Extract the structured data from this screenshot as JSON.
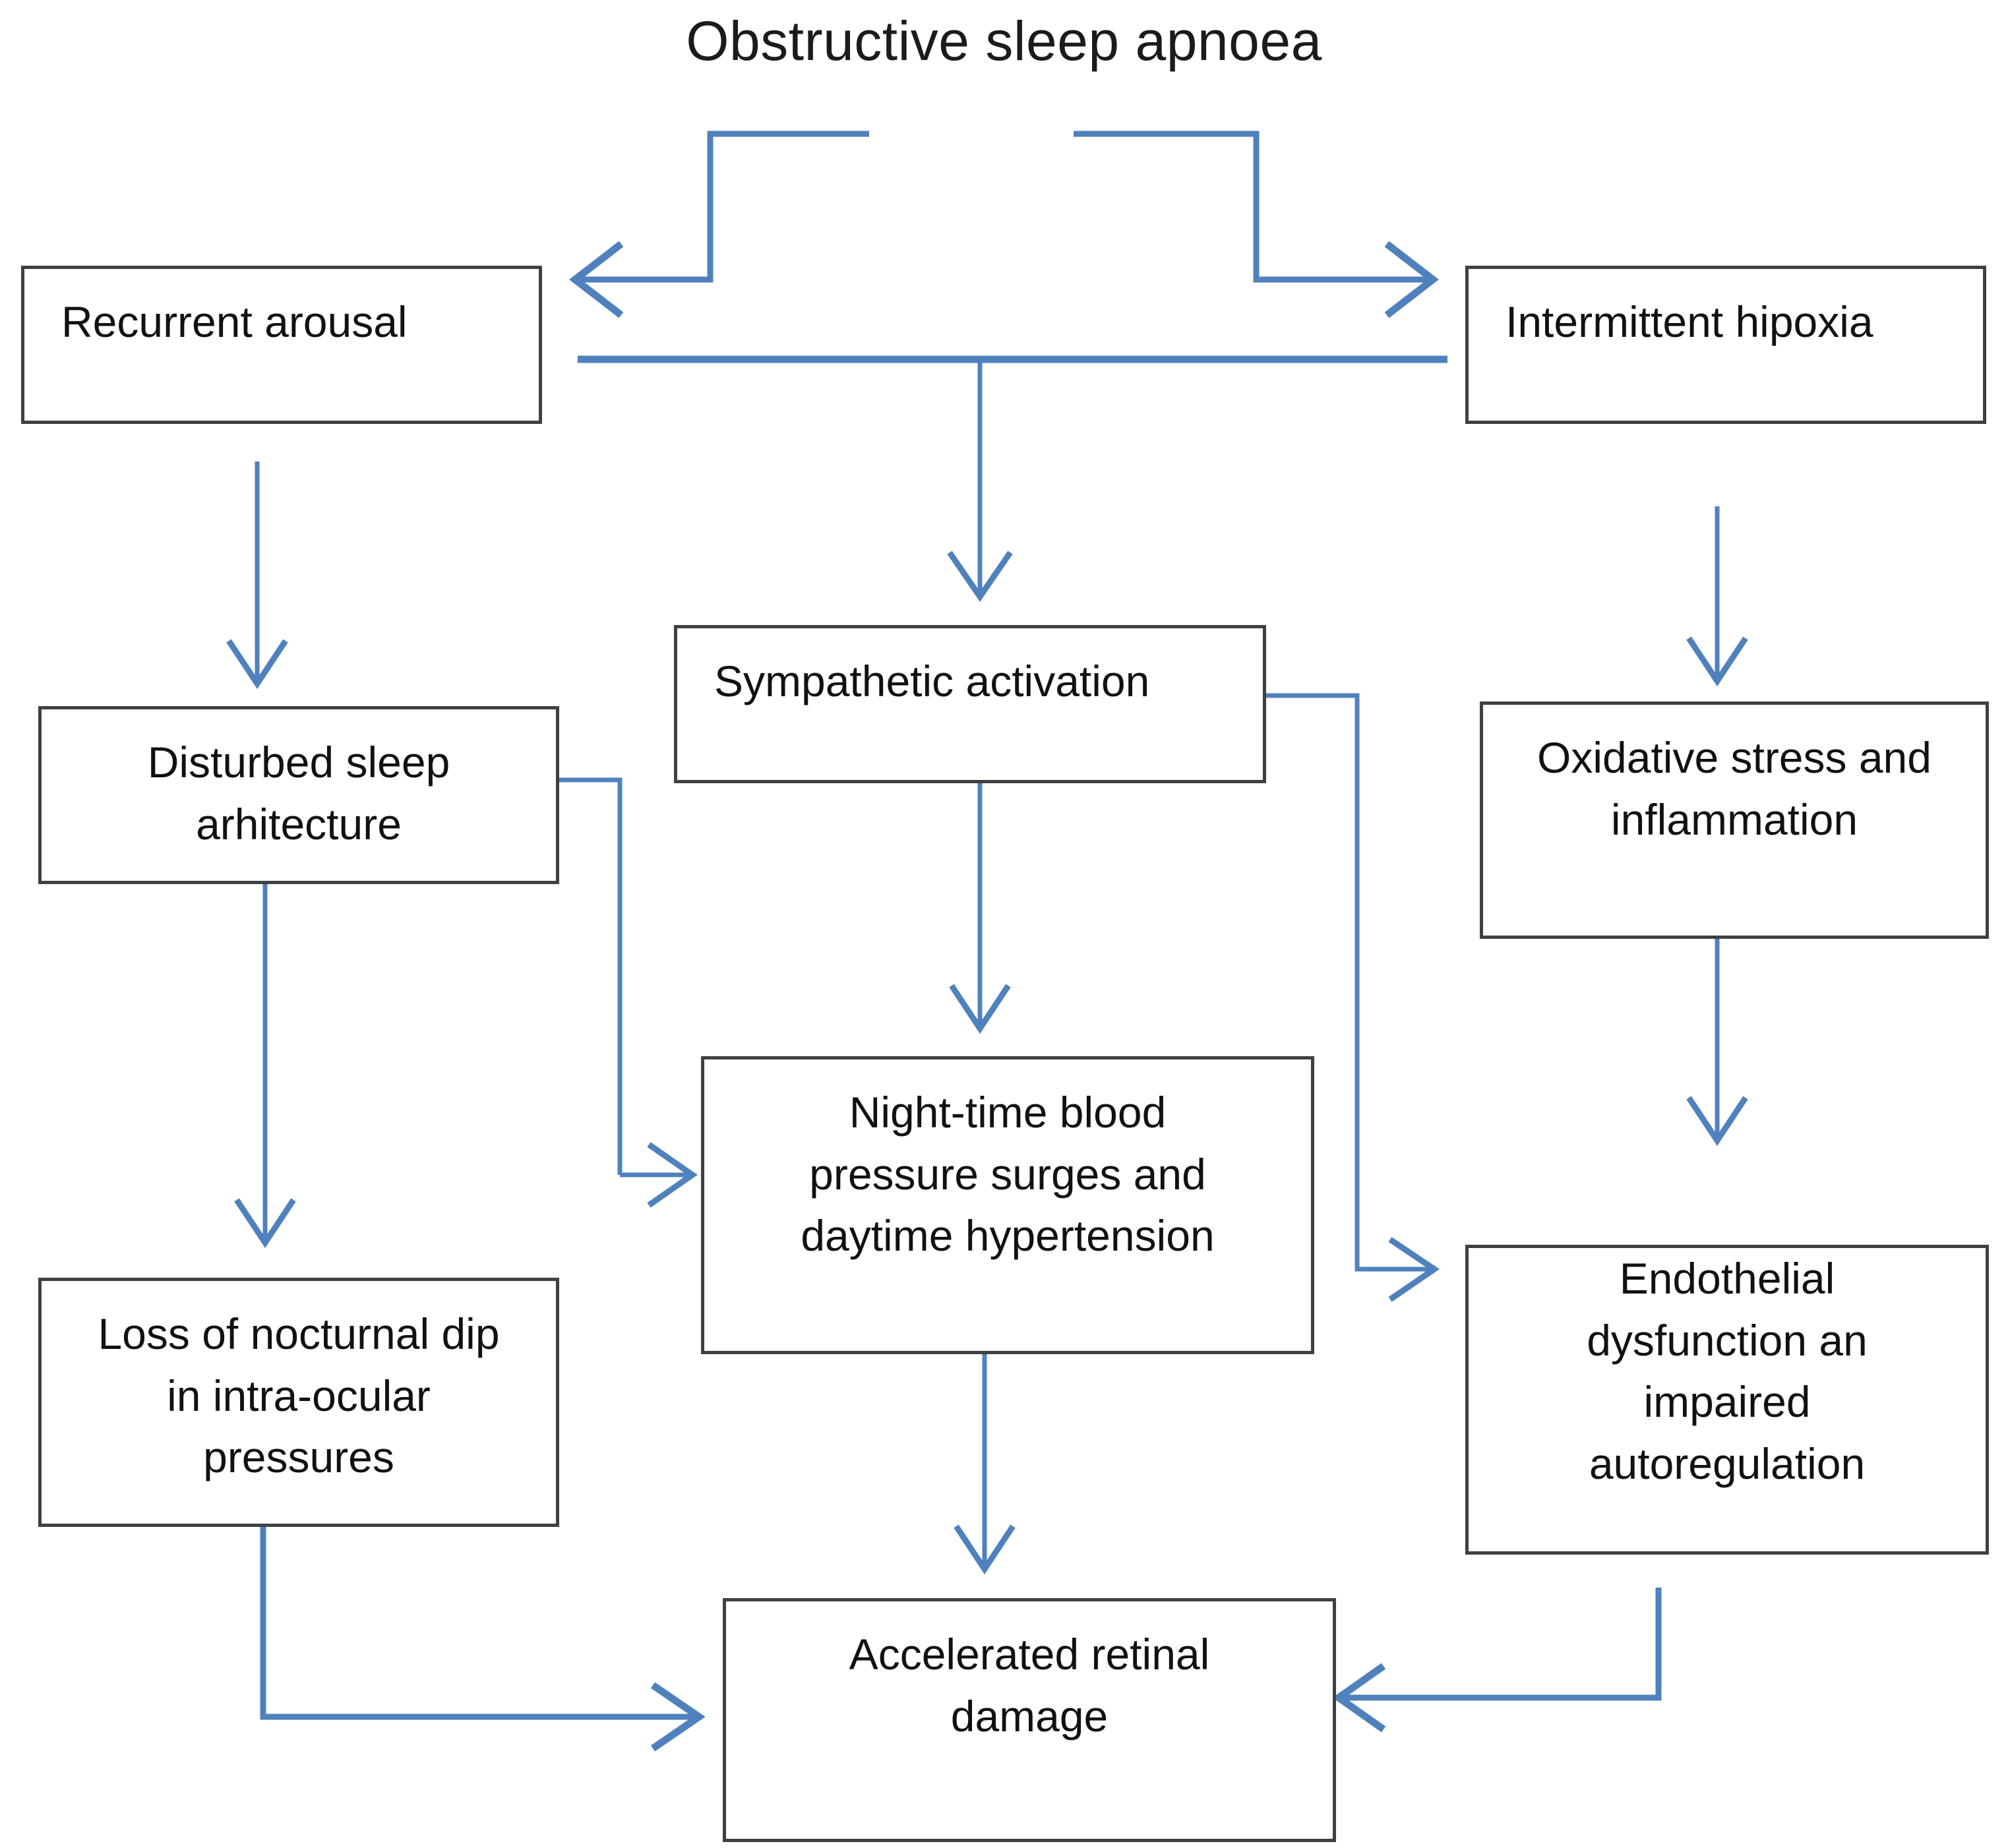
{
  "diagram": {
    "title": "Obstructive sleep apnoea",
    "type": "flowchart",
    "line_color": "#4F81BD",
    "box_border_color": "#404040",
    "text_color": "#111111",
    "background_color": "#FFFFFF"
  },
  "nodes": {
    "recurrent_arousal": "Recurrent arousal",
    "intermittent_hipoxia": "Intermittent hipoxia",
    "sympathetic_activation": "Sympathetic activation",
    "disturbed_sleep": "Disturbed sleep\narhitecture",
    "oxidative_stress": "Oxidative stress and\ninflammation",
    "nocturnal_dip": "Loss of nocturnal dip\nin intra-ocular\npressures",
    "night_time_bp": "Night-time blood\npressure surges and\ndaytime hypertension",
    "endothelial": "Endothelial\ndysfunction an\nimpaired\nautoregulation",
    "retinal_damage": "Accelerated retinal\ndamage"
  },
  "edges": [
    {
      "from": "obstructive-sleep-apnoea",
      "to": "recurrent-arousal",
      "style": "elbow",
      "arrow": "open-v"
    },
    {
      "from": "obstructive-sleep-apnoea",
      "to": "intermittent-hipoxia",
      "style": "elbow",
      "arrow": "open-v"
    },
    {
      "from": "recurrent-arousal",
      "to": "sympathetic-activation",
      "style": "tee-down",
      "arrow": "open-v"
    },
    {
      "from": "intermittent-hipoxia",
      "to": "sympathetic-activation",
      "style": "tee-down",
      "arrow": "open-v"
    },
    {
      "from": "recurrent-arousal",
      "to": "disturbed-sleep-arhitecture",
      "style": "straight-down",
      "arrow": "open-v"
    },
    {
      "from": "intermittent-hipoxia",
      "to": "oxidative-stress-and-inflammation",
      "style": "straight-down",
      "arrow": "open-v"
    },
    {
      "from": "disturbed-sleep-arhitecture",
      "to": "loss-of-nocturnal-dip",
      "style": "straight-down",
      "arrow": "open-v"
    },
    {
      "from": "disturbed-sleep-arhitecture",
      "to": "night-time-blood-pressure",
      "style": "elbow",
      "arrow": "open-v"
    },
    {
      "from": "sympathetic-activation",
      "to": "night-time-blood-pressure",
      "style": "straight-down",
      "arrow": "open-v"
    },
    {
      "from": "sympathetic-activation",
      "to": "endothelial-dysfunction",
      "style": "elbow",
      "arrow": "open-v"
    },
    {
      "from": "oxidative-stress-and-inflammation",
      "to": "endothelial-dysfunction",
      "style": "straight-down",
      "arrow": "open-v"
    },
    {
      "from": "loss-of-nocturnal-dip",
      "to": "accelerated-retinal-damage",
      "style": "elbow",
      "arrow": "open-v"
    },
    {
      "from": "night-time-blood-pressure",
      "to": "accelerated-retinal-damage",
      "style": "straight-down",
      "arrow": "open-v"
    },
    {
      "from": "endothelial-dysfunction",
      "to": "accelerated-retinal-damage",
      "style": "elbow",
      "arrow": "open-v"
    }
  ]
}
